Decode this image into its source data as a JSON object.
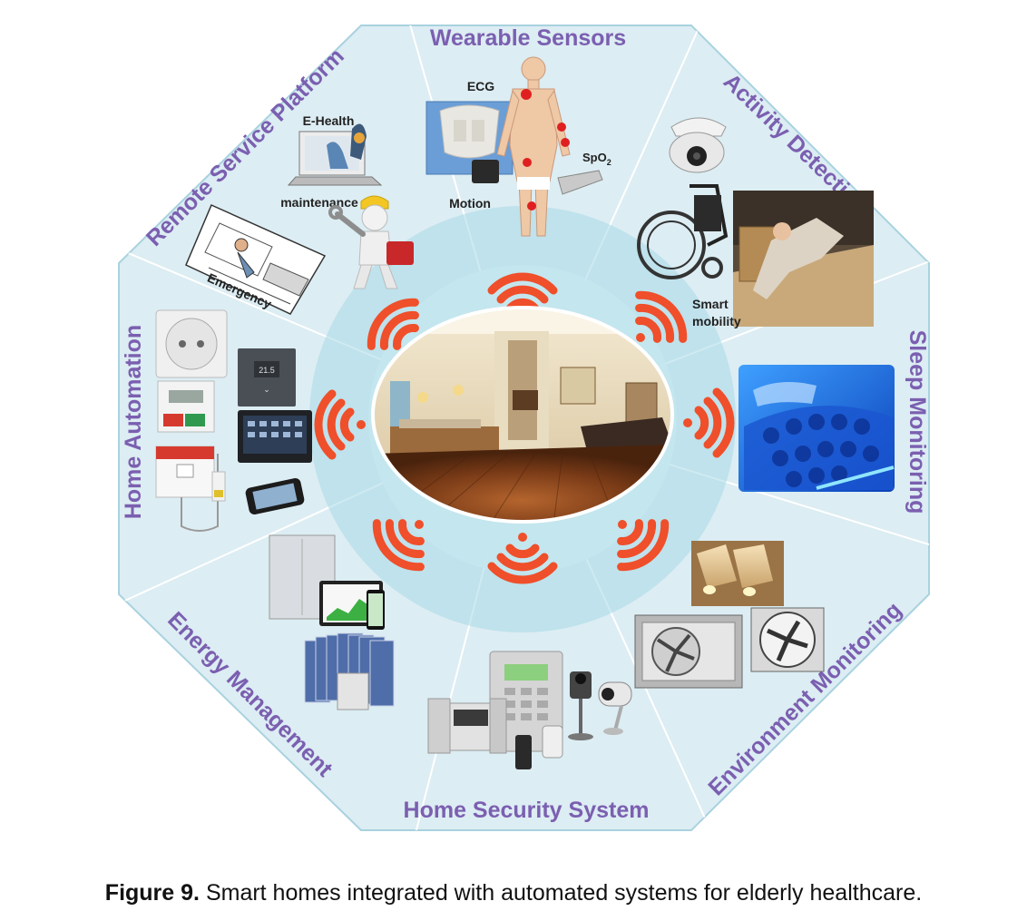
{
  "figure": {
    "sectors": {
      "wearable": "Wearable Sensors",
      "activity": "Activity Detection",
      "sleep": "Sleep Monitoring",
      "environment": "Environment Monitoring",
      "security": "Home Security System",
      "energy": "Energy Management",
      "automation": "Home Automation",
      "remote": "Remote Service Platform"
    },
    "labels": {
      "ecg": "ECG",
      "spo2": "SpO",
      "spo2_sub": "2",
      "motion": "Motion",
      "ehealth": "E-Health",
      "maintenance": "maintenance",
      "emergency": "Emergency",
      "smart": "Smart",
      "mobility": "mobility"
    },
    "thermostat_readout": "21.5"
  },
  "caption": {
    "label": "Figure 9.",
    "text": "Smart homes integrated with automated systems for elderly healthcare."
  },
  "colors": {
    "octagon_fill": "#dcedf3",
    "octagon_stroke": "#a9d2df",
    "sector_title": "#7b5fb0",
    "wifi": "#ef4f2a",
    "center_ring_outer": "#a8d8e5",
    "center_ring_inner": "#c4e6ef"
  }
}
